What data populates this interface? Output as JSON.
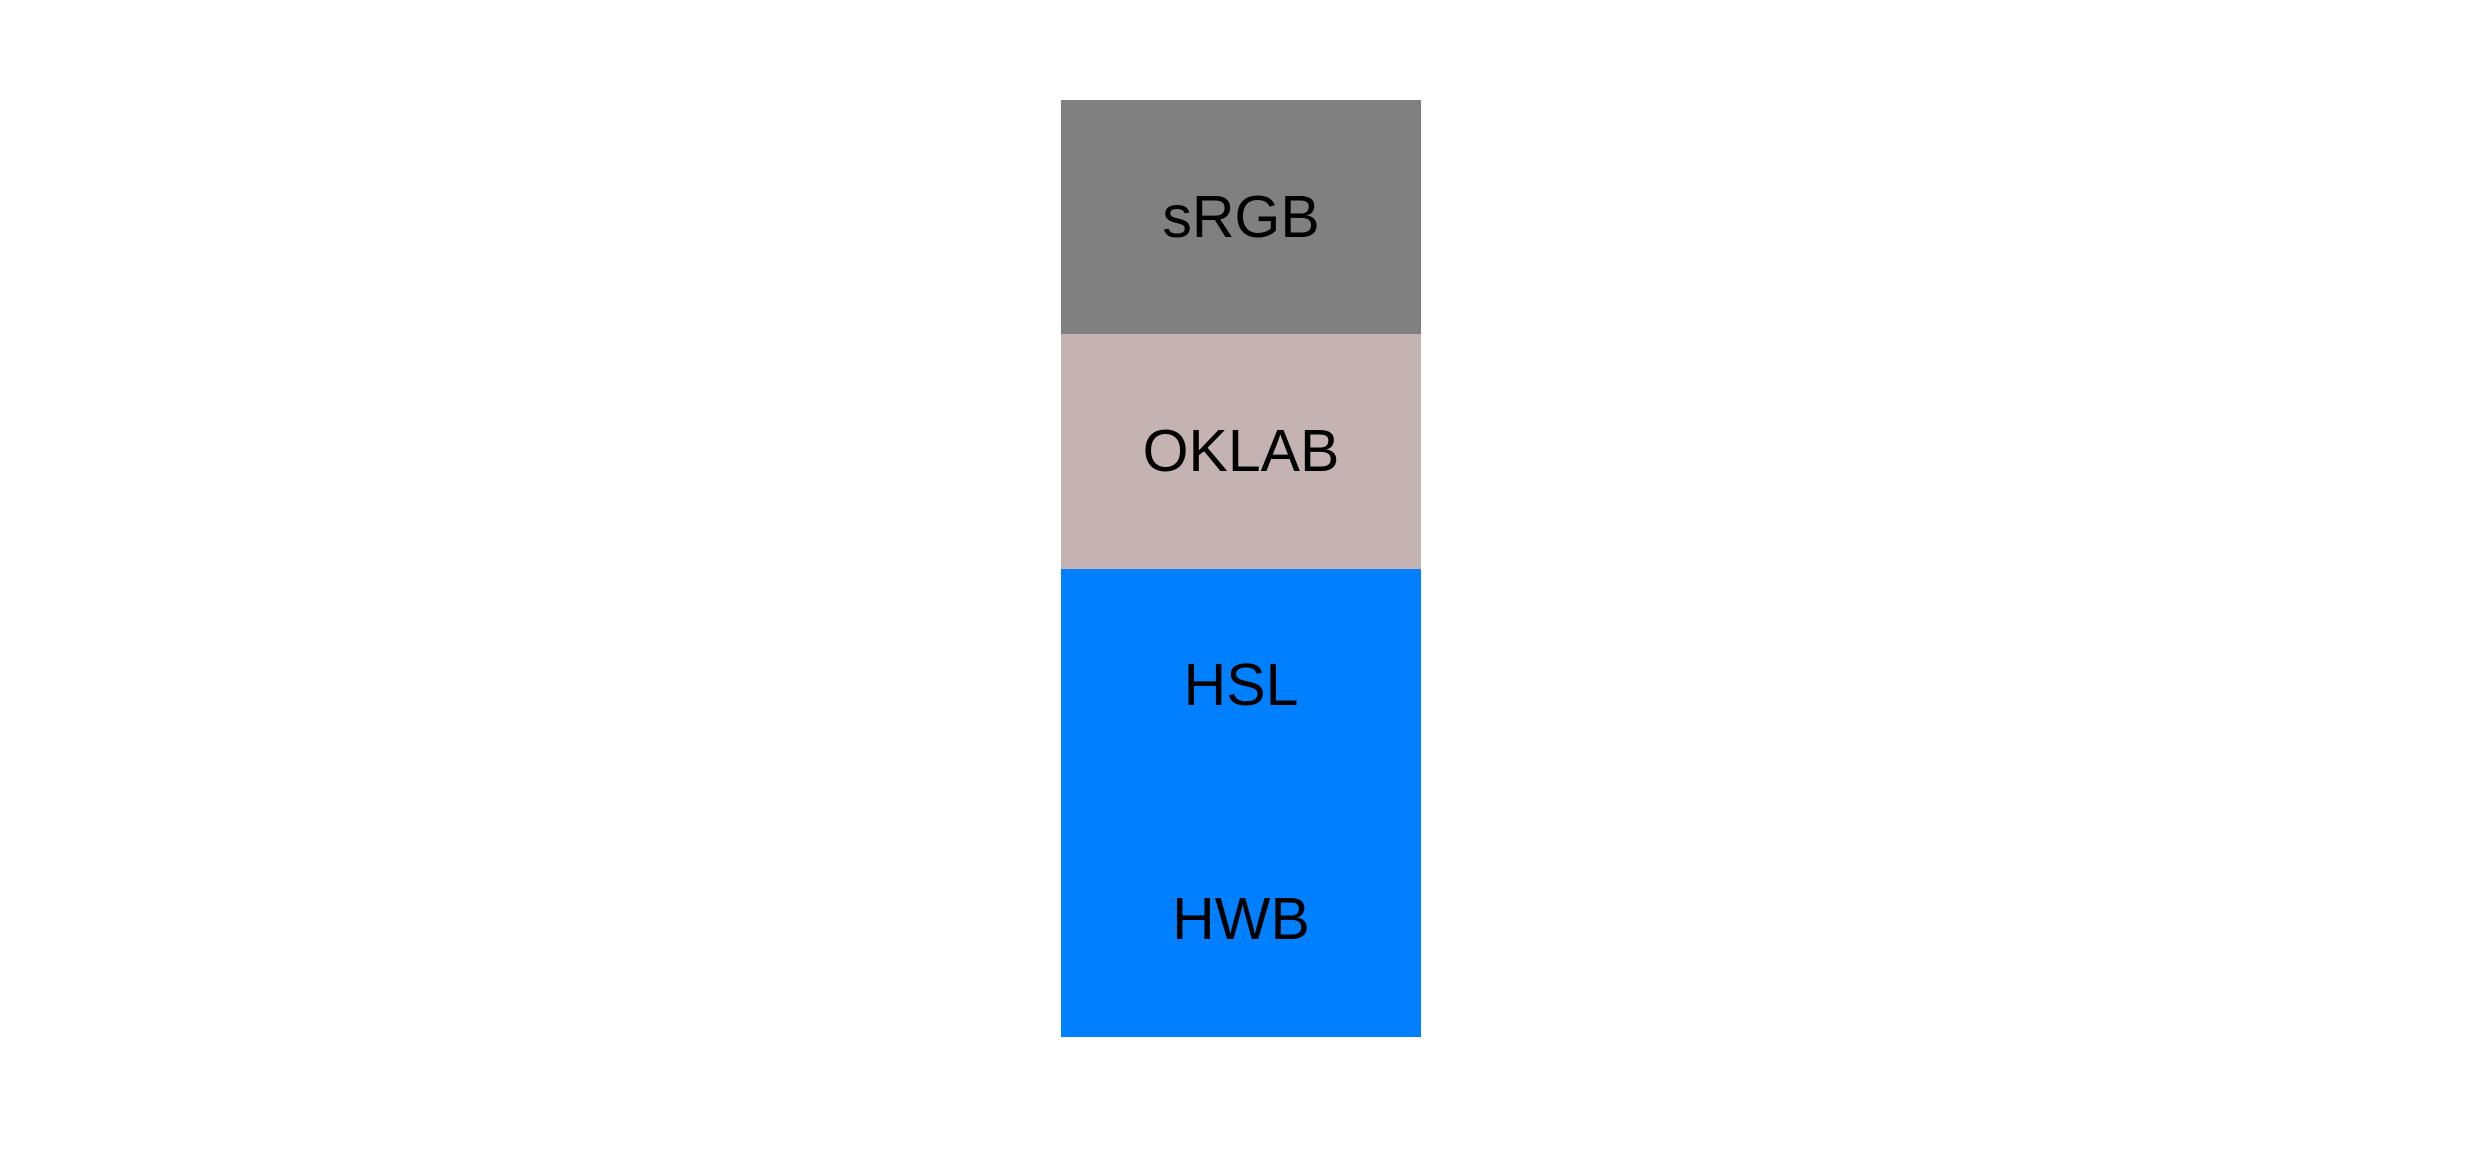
{
  "canvas": {
    "background_color": "#ffffff",
    "text_color": "#000000"
  },
  "swatches": {
    "items": [
      {
        "label": "sRGB",
        "color": "#808080"
      },
      {
        "label": "OKLAB",
        "color": "#c5b2b2"
      },
      {
        "label": "HSL",
        "color": "#0080ff"
      },
      {
        "label": "HWB",
        "color": "#0080ff"
      }
    ]
  }
}
